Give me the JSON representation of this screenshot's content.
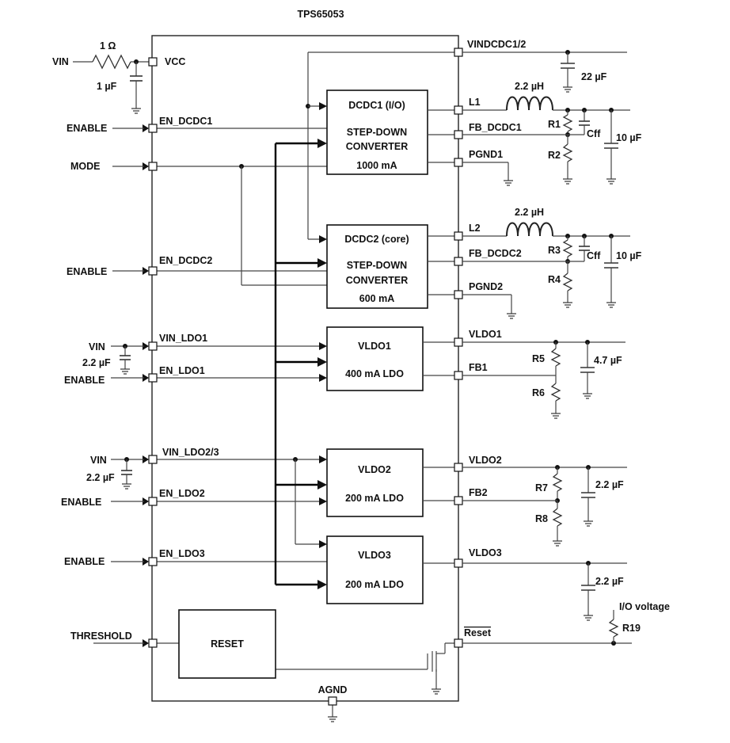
{
  "title": "TPS65053",
  "blocks": {
    "dcdc1": {
      "name": "DCDC1 (I/O)",
      "line2": "STEP-DOWN",
      "line3": "CONVERTER",
      "rating": "1000 mA"
    },
    "dcdc2": {
      "name": "DCDC2 (core)",
      "line2": "STEP-DOWN",
      "line3": "CONVERTER",
      "rating": "600 mA"
    },
    "vldo1": {
      "name": "VLDO1",
      "rating": "400 mA LDO"
    },
    "vldo2": {
      "name": "VLDO2",
      "rating": "200 mA LDO"
    },
    "vldo3": {
      "name": "VLDO3",
      "rating": "200 mA LDO"
    },
    "reset": {
      "name": "RESET"
    }
  },
  "pins_left": {
    "vcc": "VCC",
    "en_dcdc1": "EN_DCDC1",
    "en_dcdc2": "EN_DCDC2",
    "vin_ldo1": "VIN_LDO1",
    "en_ldo1": "EN_LDO1",
    "vin_ldo23": "VIN_LDO2/3",
    "en_ldo2": "EN_LDO2",
    "en_ldo3": "EN_LDO3"
  },
  "pins_right": {
    "vindcdc": "VINDCDC1/2",
    "l1": "L1",
    "fb_dcdc1": "FB_DCDC1",
    "pgnd1": "PGND1",
    "l2": "L2",
    "fb_dcdc2": "FB_DCDC2",
    "pgnd2": "PGND2",
    "vldo1": "VLDO1",
    "fb1": "FB1",
    "vldo2": "VLDO2",
    "fb2": "FB2",
    "vldo3": "VLDO3",
    "reset_out": "Reset"
  },
  "pin_bottom": {
    "agnd": "AGND"
  },
  "signals_left": {
    "vin_vcc": "VIN",
    "enable1": "ENABLE",
    "mode": "MODE",
    "enable2": "ENABLE",
    "vin_ldo1": "VIN",
    "enable_ldo1": "ENABLE",
    "vin_ldo23": "VIN",
    "enable_ldo2": "ENABLE",
    "enable_ldo3": "ENABLE",
    "threshold": "THRESHOLD"
  },
  "components": {
    "r_vcc": "1 Ω",
    "c_vcc": "1 µF",
    "c_vin_ldo1": "2.2 µF",
    "c_vin_ldo23": "2.2 µF",
    "c_vindcdc": "22 µF",
    "l1": "2.2 µH",
    "l2": "2.2 µH",
    "r1": "R1",
    "r2": "R2",
    "cff1": "Cff",
    "c_out1": "10 µF",
    "r3": "R3",
    "r4": "R4",
    "cff2": "Cff",
    "c_out2": "10 µF",
    "r5": "R5",
    "r6": "R6",
    "c_ldo1": "4.7 µF",
    "r7": "R7",
    "r8": "R8",
    "c_ldo2": "2.2 µF",
    "c_ldo3": "2.2 µF",
    "r19": "R19",
    "io_voltage": "I/O voltage"
  }
}
